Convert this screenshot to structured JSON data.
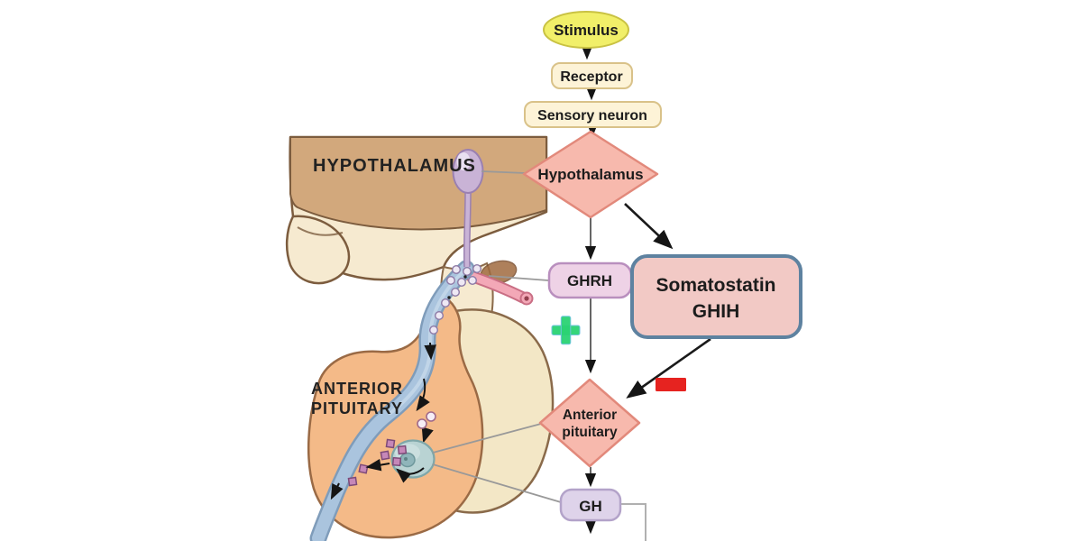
{
  "figure": {
    "title_hint": "Growth hormone regulation feedback diagram",
    "background": "#ffffff",
    "anatomy": {
      "labels": {
        "hypothalamus": "HYPOTHALAMUS",
        "anterior_pituitary_line1": "ANTERIOR",
        "anterior_pituitary_line2": "PITUITARY"
      },
      "colors": {
        "brain_tan": "#d2a87c",
        "brain_cream": "#f6ead0",
        "posterior_lobe_cream": "#f3e7c6",
        "anterior_lobe_orange": "#f4ba88",
        "outline_brown": "#7c5c3e",
        "portal_vessel_blue": "#aac4de",
        "artery_pink": "#f3a8b7",
        "neuron_purple": "#c9b3d6",
        "somatotroph_cell_teal": "#b9d3d3",
        "granule_purple": "#c687b8"
      }
    },
    "flowchart": {
      "nodes": {
        "stimulus": {
          "label": "Stimulus",
          "shape": "ellipse",
          "fill": "#f1ef69",
          "border": "#c9c243"
        },
        "receptor": {
          "label": "Receptor",
          "shape": "rounded-rect",
          "fill": "#fdf3d7",
          "border": "#d9c289"
        },
        "sensory_neuron": {
          "label": "Sensory neuron",
          "shape": "rounded-rect",
          "fill": "#fdf3d7",
          "border": "#d9c289"
        },
        "hypothalamus": {
          "label": "Hypothalamus",
          "shape": "diamond",
          "fill": "#f7b9ad",
          "border": "#e2897b"
        },
        "ghrh": {
          "label": "GHRH",
          "shape": "rounded-rect",
          "fill": "#eed2e6",
          "border": "#b98fbe"
        },
        "somatostatin": {
          "label_line1": "Somatostatin",
          "label_line2": "GHIH",
          "shape": "rounded-rect",
          "fill": "#f2c9c5",
          "border": "#5e82a0"
        },
        "anterior_pituitary": {
          "label_line1": "Anterior",
          "label_line2": "pituitary",
          "shape": "diamond",
          "fill": "#f7b9ad",
          "border": "#e2897b"
        },
        "gh": {
          "label": "GH",
          "shape": "rounded-rect",
          "fill": "#ded3ea",
          "border": "#b3a3c9"
        }
      },
      "signs": {
        "plus": {
          "symbol": "+",
          "color": "#2bd373"
        },
        "minus": {
          "symbol": "−",
          "color": "#e62320"
        }
      }
    }
  }
}
